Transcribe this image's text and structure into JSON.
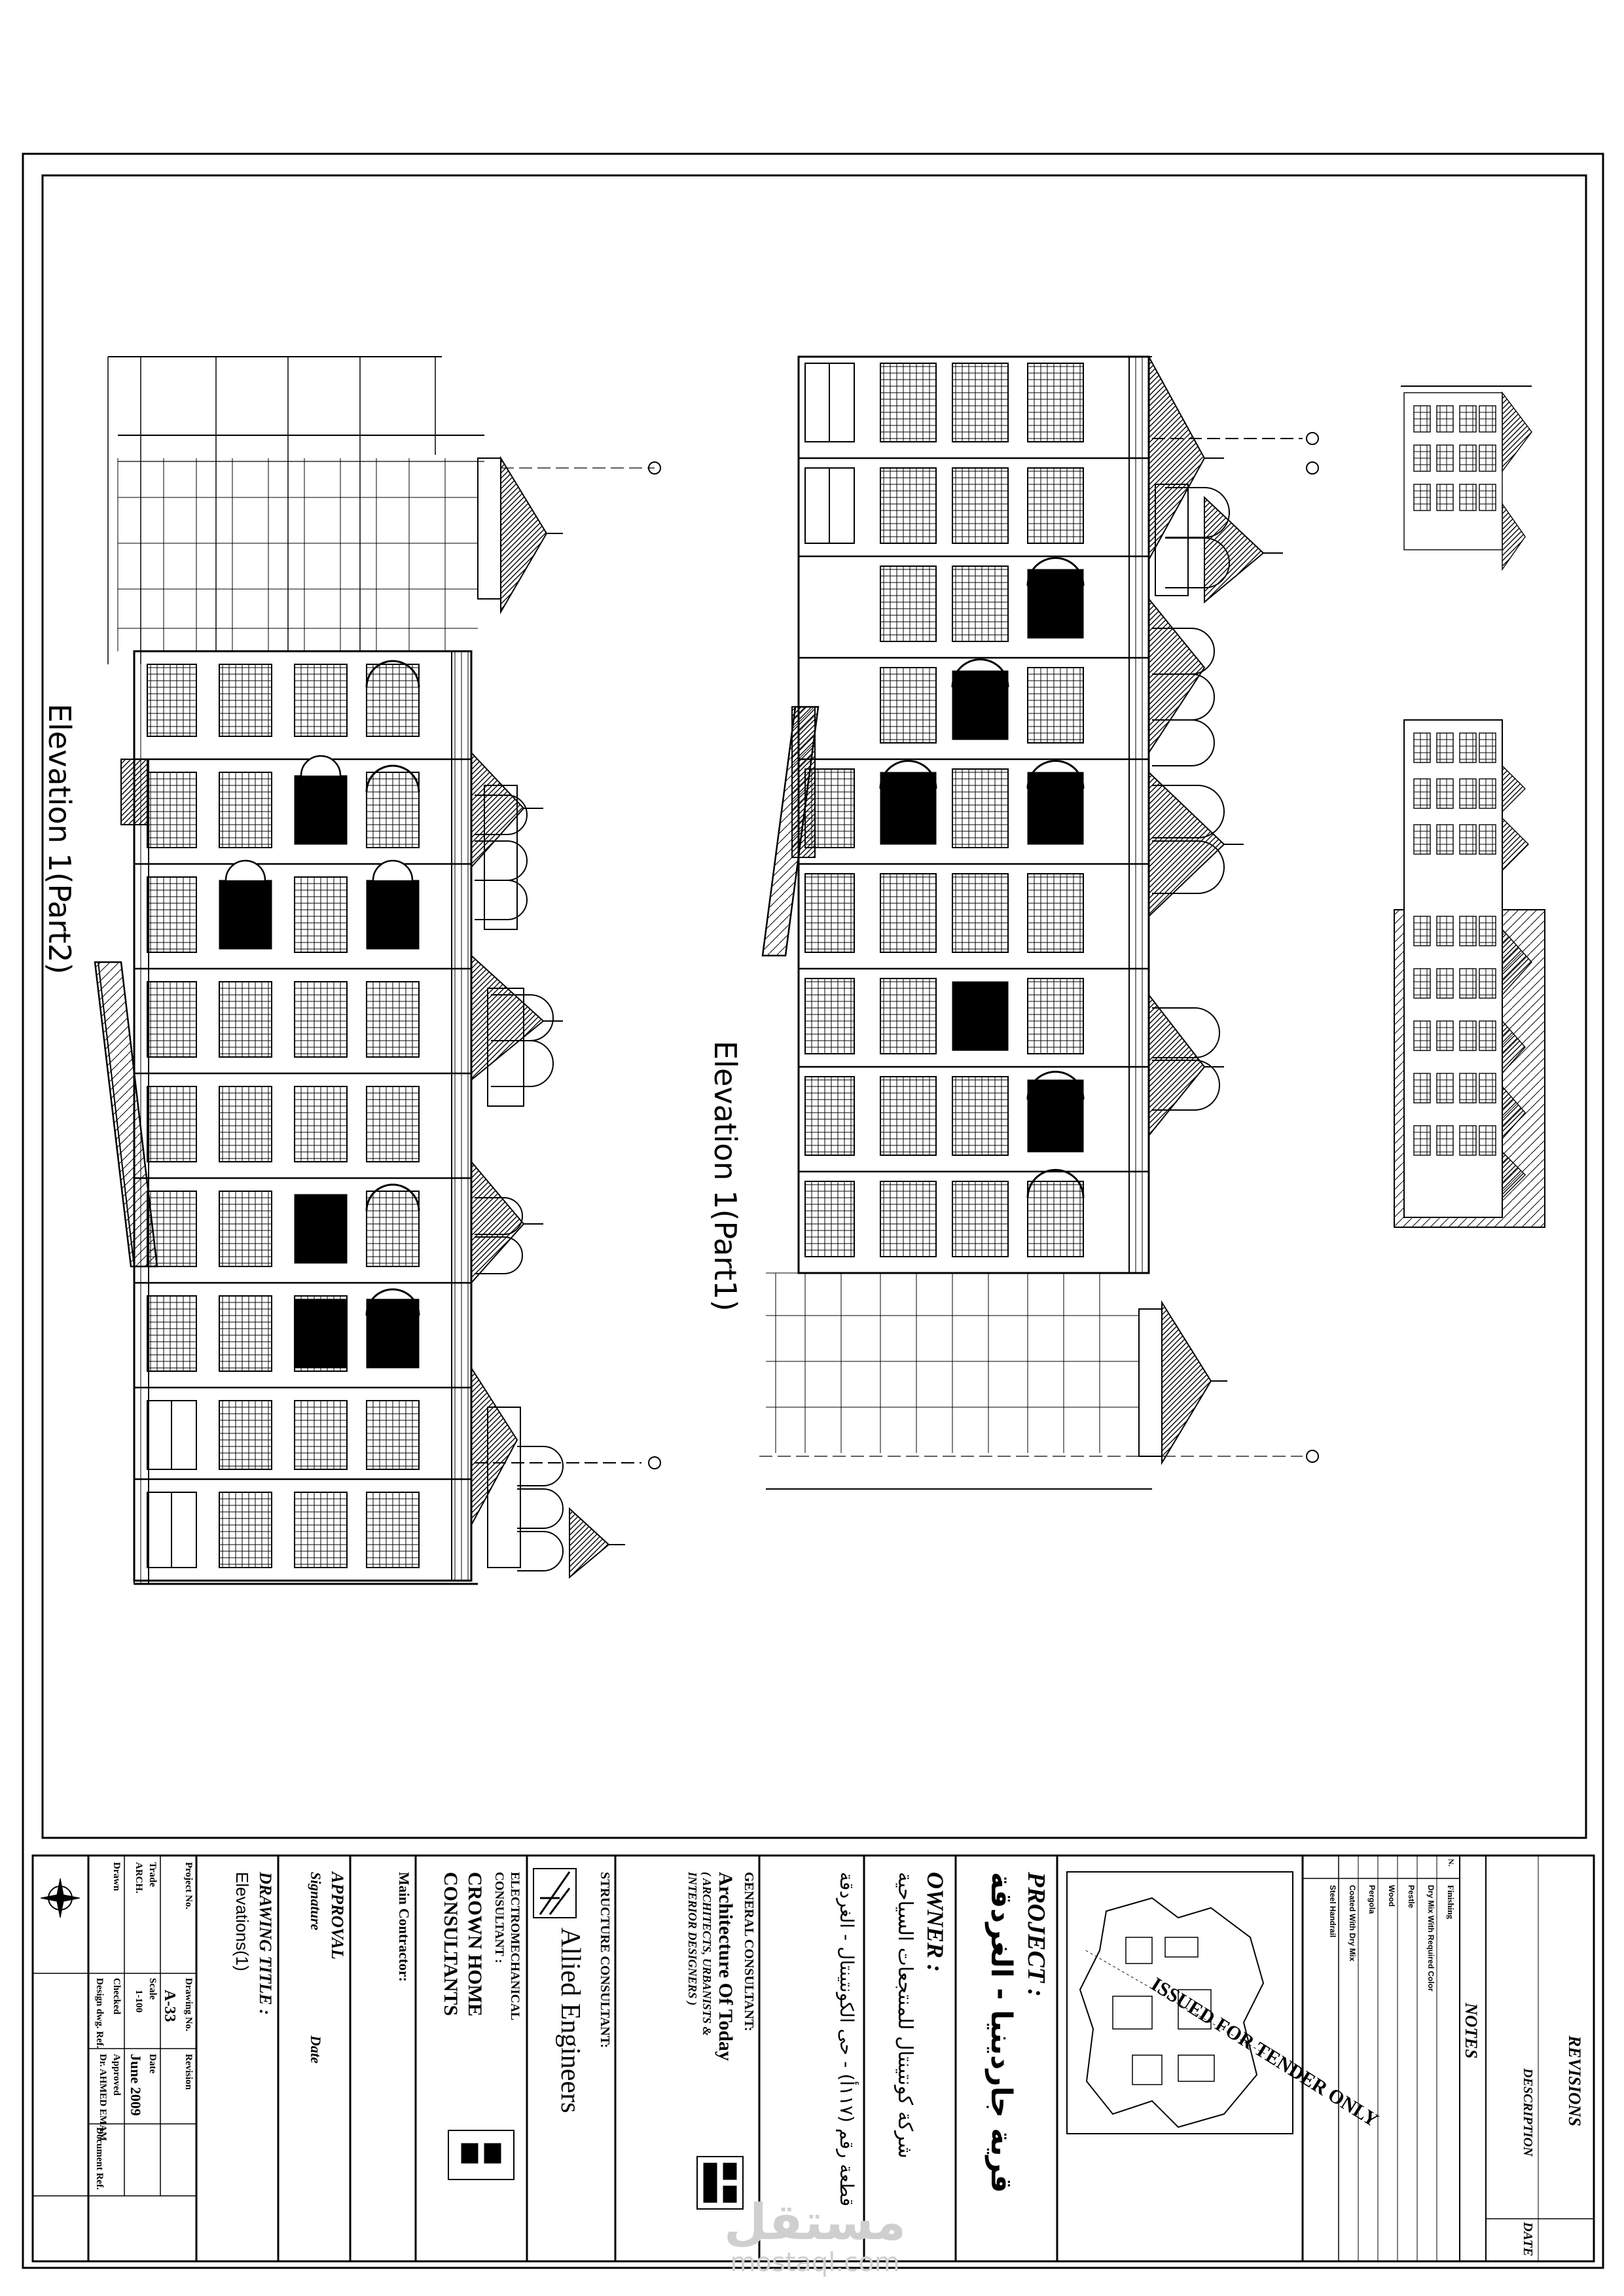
{
  "elevations": {
    "part2_title": "Elevation 1(Part2)",
    "part1_title": "Elevation 1(Part1)"
  },
  "revisions": {
    "title": "REVISIONS",
    "description_label": "DESCRIPTION",
    "date_label": "DATE"
  },
  "notes": {
    "title": "NOTES",
    "header_no": "N.",
    "header_desc": "Finishing",
    "items": [
      "Dry Mix With Required Color",
      "Pestle",
      "Wood",
      "Pergola",
      "Coated With Dry Mix",
      "Steel Handrail"
    ]
  },
  "stamp": "ISSUED FOR TENDER ONLY",
  "project": {
    "label": "PROJECT :",
    "name_ar": "قرية جاردينيا - الغردقة"
  },
  "owner": {
    "label": "OWNER :",
    "name_ar": "شركة كونتينتال للمنتجعات السياحية",
    "sub_ar": "قطعة رقم (١١٧أ) - حى الكونتينتال - الغردقة"
  },
  "general_consultant": {
    "label": "GENERAL CONSULTANT:",
    "name": "Architecture Of Today",
    "line1": "( ARCHITECTS, URBANISTS &",
    "line2": "INTERIOR DESIGNERS )"
  },
  "structure_consultant": {
    "label": "STRUCTURE CONSULTANT:",
    "name": "Allied Engineers"
  },
  "electromechanical_consultant": {
    "label": "ELECTROMECHANICAL CONSULTANT :",
    "name_line1": "CROWN HOME",
    "name_line2": "CONSULTANTS"
  },
  "main_contractor": {
    "label": "Main Contractor:"
  },
  "approval": {
    "title": "APPROVAL",
    "signature": "Signature",
    "date": "Date"
  },
  "drawing_title": {
    "label": "DRAWING TITLE :",
    "value": "Elevations(1)"
  },
  "info": {
    "project_no_label": "Project No.",
    "drawing_no_label": "Drawing No.",
    "drawing_no": "A-33",
    "revision_label": "Revision",
    "trade_label": "Trade",
    "trade": "ARCH.",
    "scale_label": "Scale",
    "scale": "1-100",
    "date_label": "Date",
    "date": "June 2009",
    "drawn_label": "Drawn",
    "checked_label": "Checked",
    "approved_label": "Approved",
    "approved": "Dr. AHMED EMAM",
    "design_ref_label": "Design dwg. Ref.",
    "document_ref_label": "Document Ref."
  },
  "watermark": {
    "ar": "مستقل",
    "en": "mostaql.com"
  }
}
